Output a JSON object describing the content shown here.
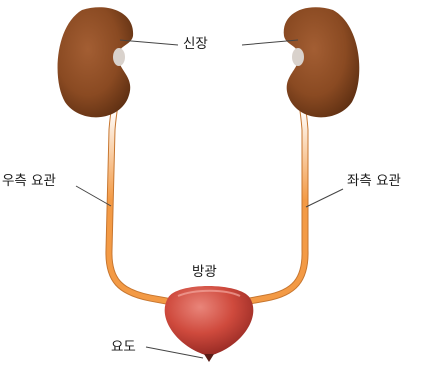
{
  "labels": {
    "kidney": "신장",
    "right_ureter": "우측 요관",
    "left_ureter": "좌측 요관",
    "bladder": "방광",
    "urethra": "요도"
  },
  "colors": {
    "kidney": "#8a4a22",
    "ureter": "#f39a45",
    "bladder": "#c8443a",
    "leader_line": "#444444"
  }
}
